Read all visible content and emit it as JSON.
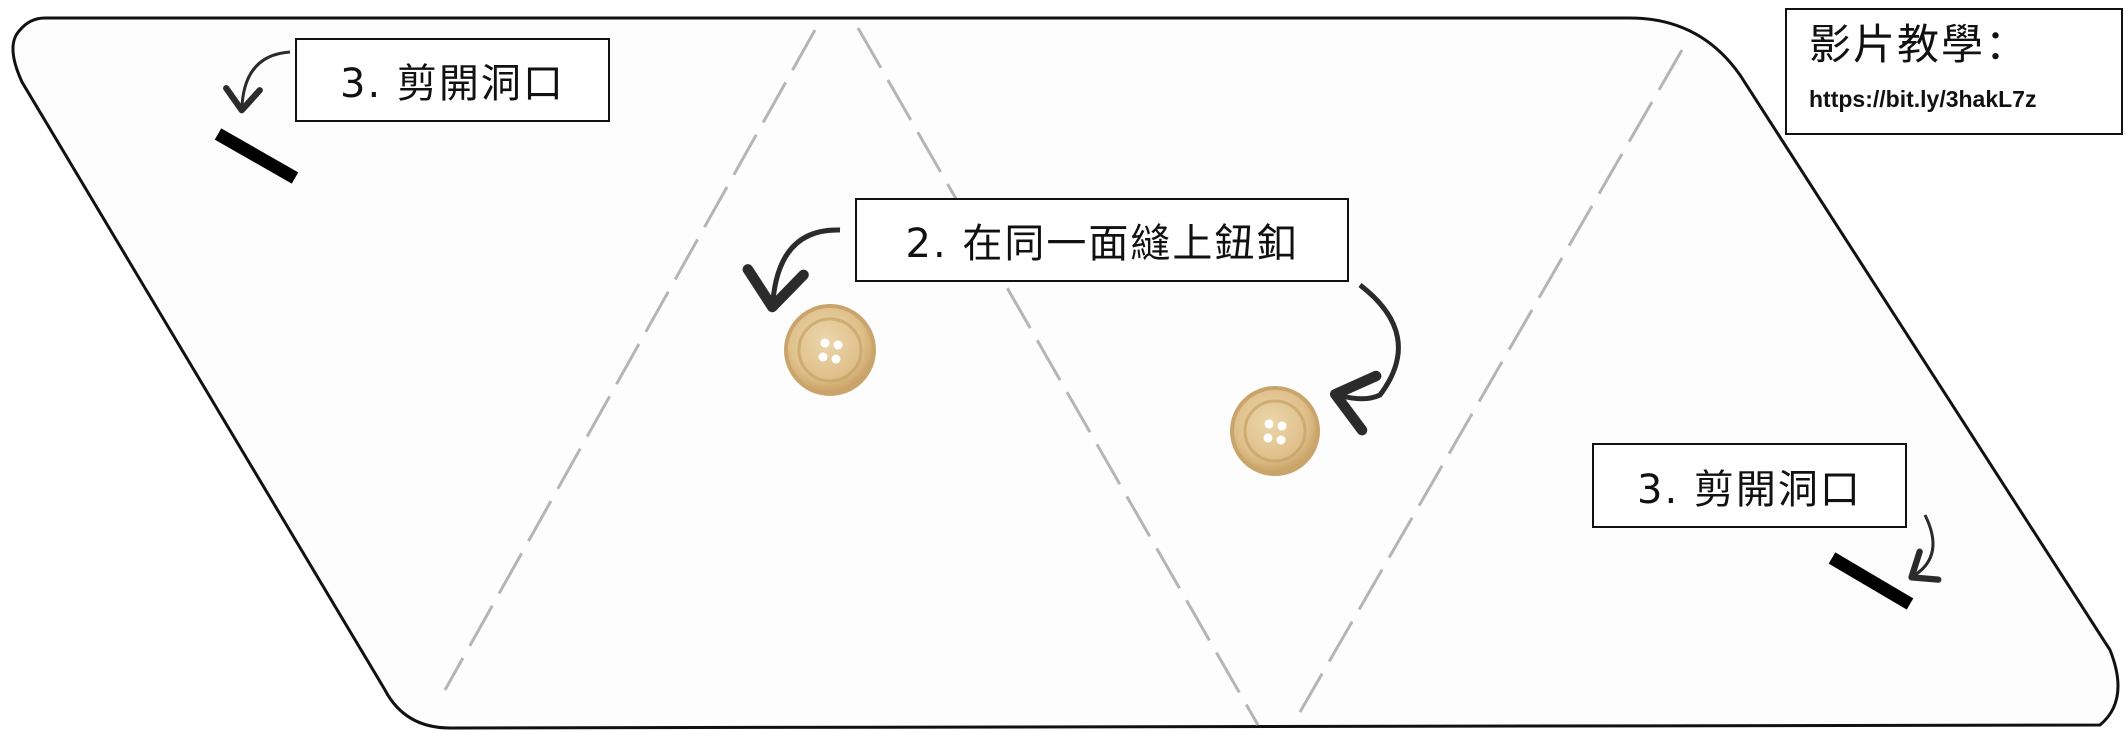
{
  "labels": {
    "cut_hole_top": "3. 剪開洞口",
    "sew_buttons": "2. 在同一面縫上鈕釦",
    "cut_hole_bottom": "3. 剪開洞口"
  },
  "video": {
    "title": "影片教學：",
    "url": "https://bit.ly/3hakL7z"
  },
  "colors": {
    "outline": "#111111",
    "fold_line": "#b5b5b5",
    "panel_fill": "#fdfdfd",
    "slit": "#000000",
    "arrow": "#2b2b2b",
    "button_fill": "#e2c694",
    "button_rim": "#c9a56c"
  },
  "icons": {
    "button": "sewing-button-icon",
    "slit": "cut-slit-mark",
    "arrow": "curved-arrow-icon"
  }
}
